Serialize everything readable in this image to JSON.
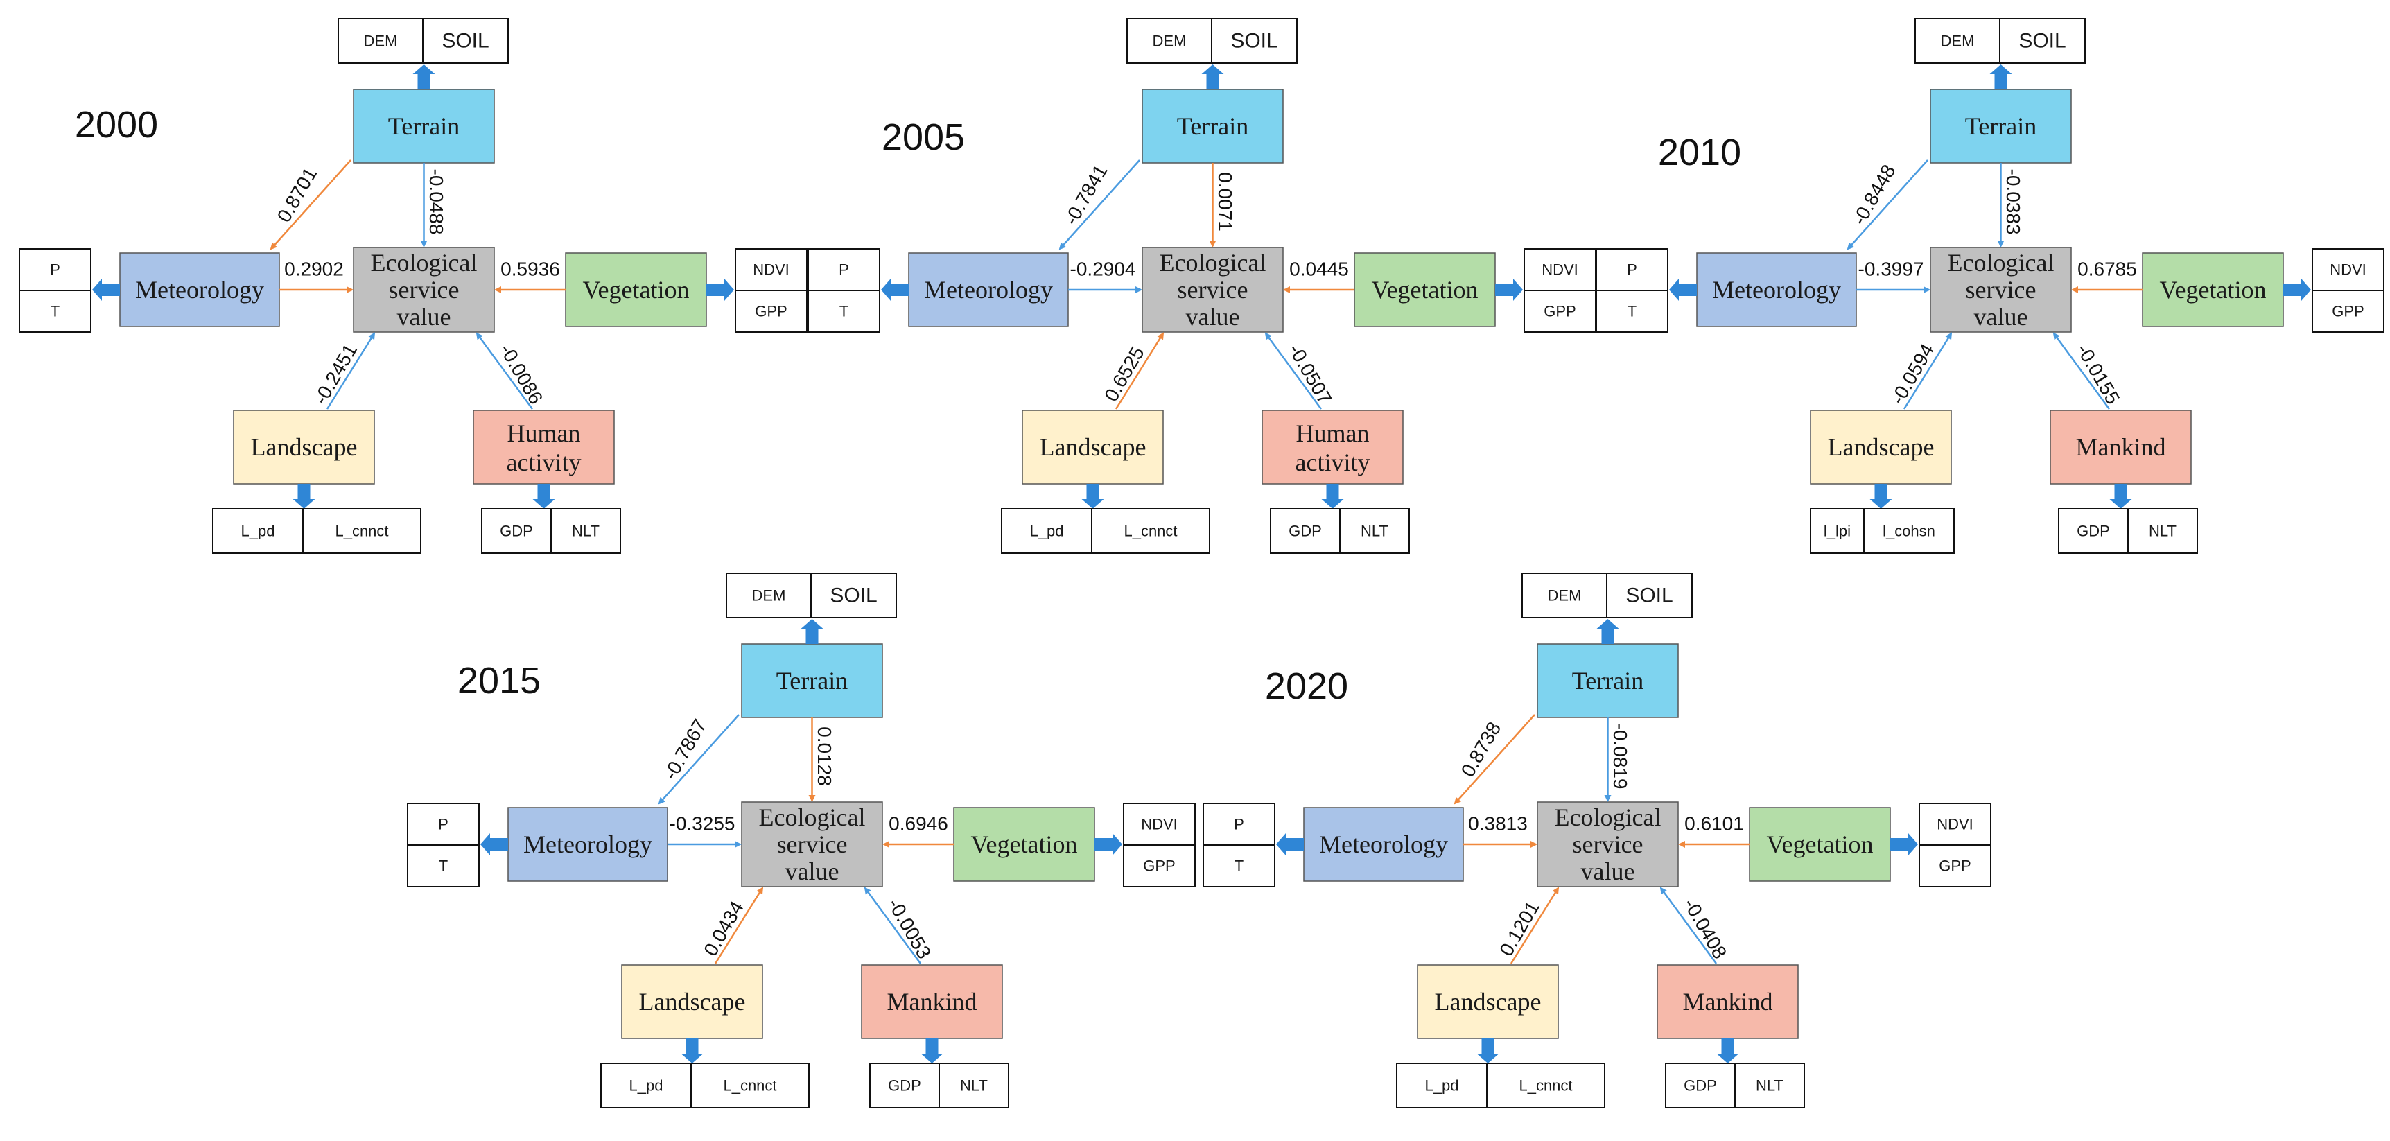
{
  "colors": {
    "terrain": "#7ed3ef",
    "esv": "#c0c0c0",
    "meteorology": "#a9c3e8",
    "vegetation": "#b4dda8",
    "landscape": "#fff1cc",
    "human": "#f6b9aa",
    "positive_arrow": "#f0883c",
    "negative_arrow": "#4a9be0",
    "block_arrow": "#2f86d6"
  },
  "diagrams": [
    {
      "year": "2000",
      "terrain": "Terrain",
      "esv": [
        "Ecological",
        "service",
        "value"
      ],
      "meteorology": "Meteorology",
      "vegetation": "Vegetation",
      "landscape": "Landscape",
      "human": [
        "Human",
        "activity"
      ],
      "coef": {
        "terrain": "-0.0488",
        "meteorology": "0.2902",
        "vegetation": "0.5936",
        "landscape": "-0.2451",
        "human": "-0.0086",
        "terrain_meteorology": "0.8701"
      },
      "indicators": {
        "terrain": [
          "DEM",
          "SOIL"
        ],
        "meteorology": [
          "P",
          "T"
        ],
        "vegetation": [
          "NDVI",
          "GPP"
        ],
        "landscape": [
          "L_pd",
          "L_cnnct"
        ],
        "human": [
          "GDP",
          "NLT"
        ]
      }
    },
    {
      "year": "2005",
      "terrain": "Terrain",
      "esv": [
        "Ecological",
        "service",
        "value"
      ],
      "meteorology": "Meteorology",
      "vegetation": "Vegetation",
      "landscape": "Landscape",
      "human": [
        "Human",
        "activity"
      ],
      "coef": {
        "terrain": "0.0071",
        "meteorology": "-0.2904",
        "vegetation": "0.0445",
        "landscape": "0.6525",
        "human": "-0.0507",
        "terrain_meteorology": "-0.7841"
      },
      "indicators": {
        "terrain": [
          "DEM",
          "SOIL"
        ],
        "meteorology": [
          "P",
          "T"
        ],
        "vegetation": [
          "NDVI",
          "GPP"
        ],
        "landscape": [
          "L_pd",
          "L_cnnct"
        ],
        "human": [
          "GDP",
          "NLT"
        ]
      }
    },
    {
      "year": "2010",
      "terrain": "Terrain",
      "esv": [
        "Ecological",
        "service",
        "value"
      ],
      "meteorology": "Meteorology",
      "vegetation": "Vegetation",
      "landscape": "Landscape",
      "human": [
        "Mankind"
      ],
      "coef": {
        "terrain": "-0.0383",
        "meteorology": "-0.3997",
        "vegetation": "0.6785",
        "landscape": "-0.0594",
        "human": "-0.0155",
        "terrain_meteorology": "-0.8448"
      },
      "indicators": {
        "terrain": [
          "DEM",
          "SOIL"
        ],
        "meteorology": [
          "P",
          "T"
        ],
        "vegetation": [
          "NDVI",
          "GPP"
        ],
        "landscape": [
          "l_lpi",
          "l_cohsn"
        ],
        "human": [
          "GDP",
          "NLT"
        ]
      }
    },
    {
      "year": "2015",
      "terrain": "Terrain",
      "esv": [
        "Ecological",
        "service",
        "value"
      ],
      "meteorology": "Meteorology",
      "vegetation": "Vegetation",
      "landscape": "Landscape",
      "human": [
        "Mankind"
      ],
      "coef": {
        "terrain": "0.0128",
        "meteorology": "-0.3255",
        "vegetation": "0.6946",
        "landscape": "0.0434",
        "human": "-0.0053",
        "terrain_meteorology": "-0.7867"
      },
      "indicators": {
        "terrain": [
          "DEM",
          "SOIL"
        ],
        "meteorology": [
          "P",
          "T"
        ],
        "vegetation": [
          "NDVI",
          "GPP"
        ],
        "landscape": [
          "L_pd",
          "L_cnnct"
        ],
        "human": [
          "GDP",
          "NLT"
        ]
      }
    },
    {
      "year": "2020",
      "terrain": "Terrain",
      "esv": [
        "Ecological",
        "service",
        "value"
      ],
      "meteorology": "Meteorology",
      "vegetation": "Vegetation",
      "landscape": "Landscape",
      "human": [
        "Mankind"
      ],
      "coef": {
        "terrain": "-0.0819",
        "meteorology": "0.3813",
        "vegetation": "0.6101",
        "landscape": "0.1201",
        "human": "-0.0408",
        "terrain_meteorology": "0.8738"
      },
      "indicators": {
        "terrain": [
          "DEM",
          "SOIL"
        ],
        "meteorology": [
          "P",
          "T"
        ],
        "vegetation": [
          "NDVI",
          "GPP"
        ],
        "landscape": [
          "L_pd",
          "L_cnnct"
        ],
        "human": [
          "GDP",
          "NLT"
        ]
      }
    }
  ]
}
